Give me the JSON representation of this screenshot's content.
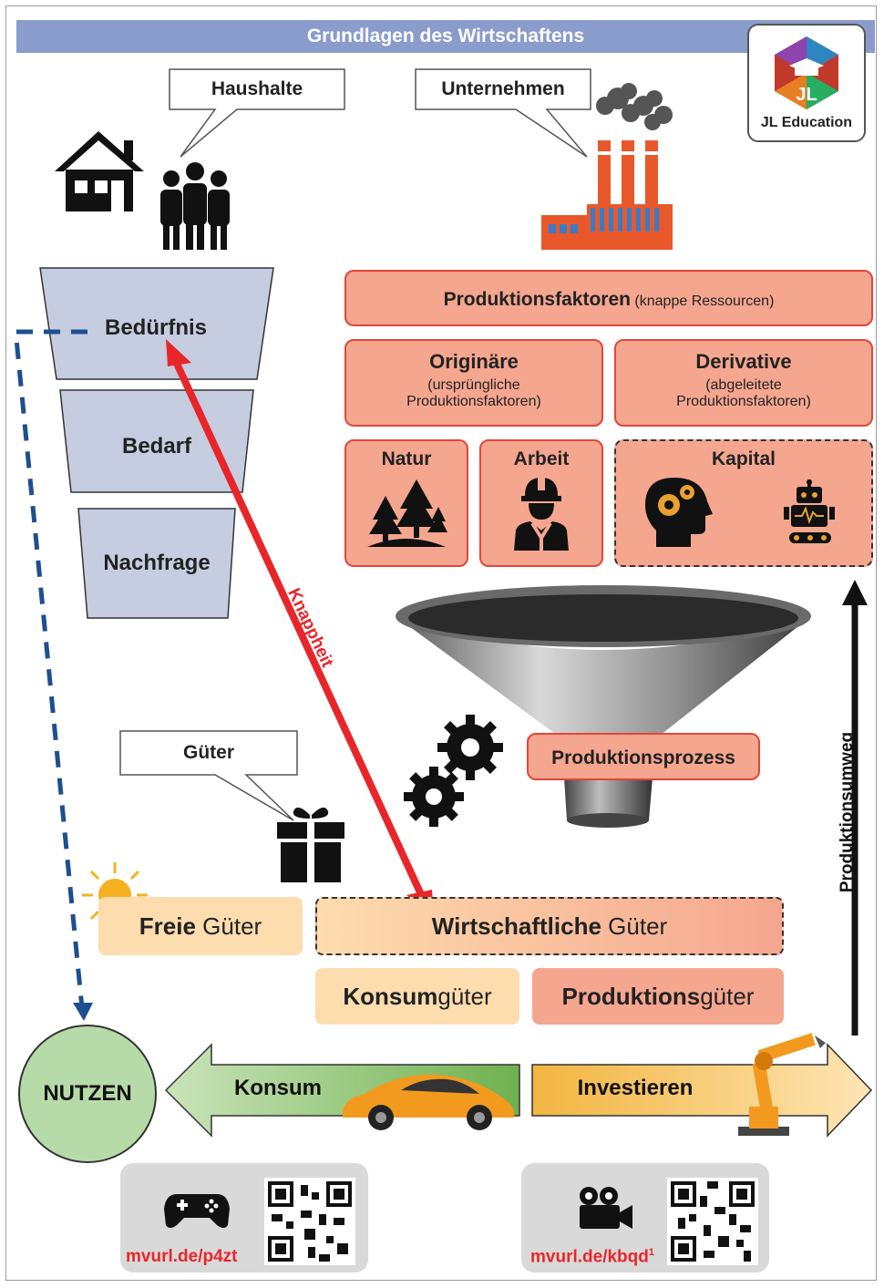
{
  "header": {
    "title": "Grundlagen des Wirtschaftens"
  },
  "logo": {
    "letters": "JL",
    "text": "JL Education"
  },
  "bubbles": {
    "haushalte": "Haushalte",
    "unternehmen": "Unternehmen",
    "gueter": "Güter"
  },
  "needs_funnel": {
    "level1": "Bedürfnis",
    "level2": "Bedarf",
    "level3": "Nachfrage"
  },
  "factors": {
    "main_bold": "Produktionsfaktoren",
    "main_note": "(knappe Ressourcen)",
    "originaer_title": "Originäre",
    "originaer_sub1": "(ursprüngliche",
    "originaer_sub2": "Produktionsfaktoren)",
    "derivativ_title": "Derivative",
    "derivativ_sub1": "(abgeleitete",
    "derivativ_sub2": "Produktionsfaktoren)",
    "natur": "Natur",
    "arbeit": "Arbeit",
    "kapital": "Kapital"
  },
  "process": {
    "label": "Produktionsprozess"
  },
  "arrows": {
    "knappheit": "Knappheit",
    "umweg": "Produktionsumweg"
  },
  "goods": {
    "freie_bold": "Freie",
    "freie_rest": " Güter",
    "wirtschaftliche_bold": "Wirtschaftliche",
    "wirtschaftliche_rest": " Güter",
    "konsum_bold": "Konsum",
    "konsum_rest": "güter",
    "produktion_bold": "Produktions",
    "produktion_rest": "güter"
  },
  "bottom": {
    "nutzen": "NUTZEN",
    "konsum": "Konsum",
    "investieren": "Investieren"
  },
  "links": {
    "game": "mvurl.de/p4zt",
    "video": "mvurl.de/kbqd",
    "video_sup": "1"
  },
  "colors": {
    "title_bar": "#8a9ccb",
    "funnel": "#c6cde0",
    "factor_fill": "#f5a68f",
    "factor_border": "#e2463a",
    "scarcity_arrow": "#e8262a",
    "dashed_arrow": "#1e4f8f"
  }
}
